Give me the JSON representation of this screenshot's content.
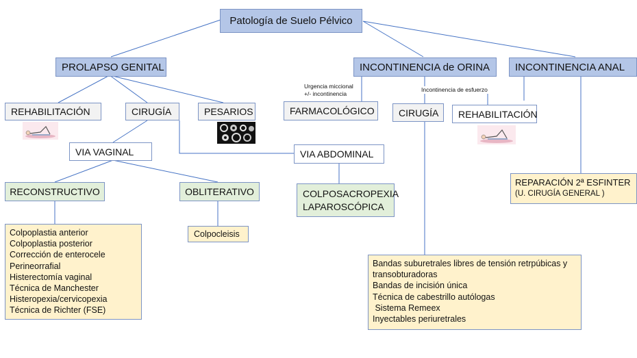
{
  "root": "Patología de Suelo Pélvico",
  "level1": {
    "prolapso": "PROLAPSO GENITAL",
    "orina": "INCONTINENCIA de ORINA",
    "anal": "INCONTINENCIA  ANAL"
  },
  "prolapso": {
    "rehabilitacion": "REHABILITACIÓN",
    "cirugia": "CIRUGÍA",
    "pesarios": "PESARIOS",
    "via_vaginal": "VIA VAGINAL",
    "via_abdominal": "VIA ABDOMINAL",
    "reconstructivo": "RECONSTRUCTIVO",
    "obliterativo": "OBLITERATIVO",
    "colpocleisis": "Colpocleisis",
    "colposacropexia": [
      "COLPOSACROPEXIA",
      "LAPAROSCÓPICA"
    ],
    "reconstructivo_items": [
      "Colpoplastia anterior",
      "Colpoplastia posterior",
      "Corrección de enterocele",
      "Perineorrafial",
      "Histerectomía  vaginal",
      "Técnica de Manchester",
      "Histeropexia/cervicopexia",
      "Técnica de Richter (FSE)"
    ]
  },
  "orina": {
    "urgencia_label": [
      "Urgencia miccional",
      "+/- incontinencia"
    ],
    "esfuerzo_label": "Incontinencia de esfuerzo",
    "farmacologico": "FARMACOLÓGICO",
    "cirugia": "CIRUGÍA",
    "rehabilitacion": "REHABILITACIÓN",
    "cirugia_items": [
      "Bandas suburetrales libres de tensión retrpúbicas y",
      "transobturadoras",
      "Bandas de incisión única",
      "Técnica de cabestrillo autólogas",
      " Sistema Remeex",
      "Inyectables periuretrales"
    ]
  },
  "anal": {
    "reparacion": [
      "REPARACIÓN 2ª ESFINTER",
      "(U. CIRUGÍA GENERAL )"
    ]
  },
  "colors": {
    "line": "#4472c4",
    "blue_box": "#b4c6e7",
    "grey_box": "#f2f2f2",
    "green_box": "#e2efda",
    "yellow_box": "#fff2cc"
  }
}
